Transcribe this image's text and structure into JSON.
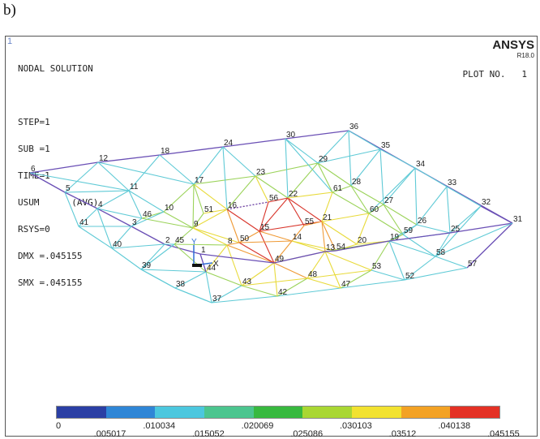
{
  "figure_label": "b)",
  "window_number": "1",
  "info_lines": [
    "NODAL SOLUTION",
    "",
    "STEP=1",
    "SUB =1",
    "TIME=1",
    "USUM      (AVG)",
    "RSYS=0",
    "DMX =.045155",
    "SMX =.045155"
  ],
  "brand": "ANSYS",
  "release": "R18.0",
  "plot_no_label": "PLOT NO.",
  "plot_no_value": "1",
  "axes_triad": {
    "y_label": "Y",
    "x_label": "X"
  },
  "legend": {
    "colors": [
      "#2b3fa4",
      "#2f86d6",
      "#4cc7de",
      "#4cc58f",
      "#38b93f",
      "#a9d733",
      "#f2e230",
      "#f3a225",
      "#e43125"
    ],
    "ticks_low": [
      "0",
      ".010034",
      ".020069",
      ".030103",
      ".040138"
    ],
    "ticks_high": [
      ".005017",
      ".015052",
      ".025086",
      ".03512",
      ".045155"
    ]
  },
  "nodes": [
    {
      "id": "1",
      "label": "1"
    },
    {
      "id": "2",
      "label": "2"
    },
    {
      "id": "3",
      "label": "3"
    },
    {
      "id": "4",
      "label": "4"
    },
    {
      "id": "5",
      "label": "5"
    },
    {
      "id": "6",
      "label": "6"
    },
    {
      "id": "8",
      "label": "8"
    },
    {
      "id": "9",
      "label": "9"
    },
    {
      "id": "10",
      "label": "10"
    },
    {
      "id": "11",
      "label": "11"
    },
    {
      "id": "12",
      "label": "12"
    },
    {
      "id": "13",
      "label": "13"
    },
    {
      "id": "14",
      "label": "14"
    },
    {
      "id": "15",
      "label": "15"
    },
    {
      "id": "16",
      "label": "16"
    },
    {
      "id": "17",
      "label": "17"
    },
    {
      "id": "18",
      "label": "18"
    },
    {
      "id": "19",
      "label": "19"
    },
    {
      "id": "20",
      "label": "20"
    },
    {
      "id": "21",
      "label": "21"
    },
    {
      "id": "22",
      "label": "22"
    },
    {
      "id": "23",
      "label": "23"
    },
    {
      "id": "24",
      "label": "24"
    },
    {
      "id": "25",
      "label": "25"
    },
    {
      "id": "26",
      "label": "26"
    },
    {
      "id": "27",
      "label": "27"
    },
    {
      "id": "28",
      "label": "28"
    },
    {
      "id": "29",
      "label": "29"
    },
    {
      "id": "30",
      "label": "30"
    },
    {
      "id": "31",
      "label": "31"
    },
    {
      "id": "32",
      "label": "32"
    },
    {
      "id": "33",
      "label": "33"
    },
    {
      "id": "34",
      "label": "34"
    },
    {
      "id": "35",
      "label": "35"
    },
    {
      "id": "36",
      "label": "36"
    },
    {
      "id": "37",
      "label": "37"
    },
    {
      "id": "38",
      "label": "38"
    },
    {
      "id": "39",
      "label": "39"
    },
    {
      "id": "40",
      "label": "40"
    },
    {
      "id": "41",
      "label": "41"
    },
    {
      "id": "42",
      "label": "42"
    },
    {
      "id": "43",
      "label": "43"
    },
    {
      "id": "44",
      "label": "44"
    },
    {
      "id": "45",
      "label": "45"
    },
    {
      "id": "46",
      "label": "46"
    },
    {
      "id": "47",
      "label": "47"
    },
    {
      "id": "48",
      "label": "48"
    },
    {
      "id": "49",
      "label": "49"
    },
    {
      "id": "50",
      "label": "50"
    },
    {
      "id": "51",
      "label": "51"
    },
    {
      "id": "52",
      "label": "52"
    },
    {
      "id": "53",
      "label": "53"
    },
    {
      "id": "54",
      "label": "54"
    },
    {
      "id": "55",
      "label": "55"
    },
    {
      "id": "56",
      "label": "56"
    },
    {
      "id": "57",
      "label": "57"
    },
    {
      "id": "58",
      "label": "58"
    },
    {
      "id": "59",
      "label": "59"
    },
    {
      "id": "60",
      "label": "60"
    },
    {
      "id": "61",
      "label": "61"
    }
  ]
}
